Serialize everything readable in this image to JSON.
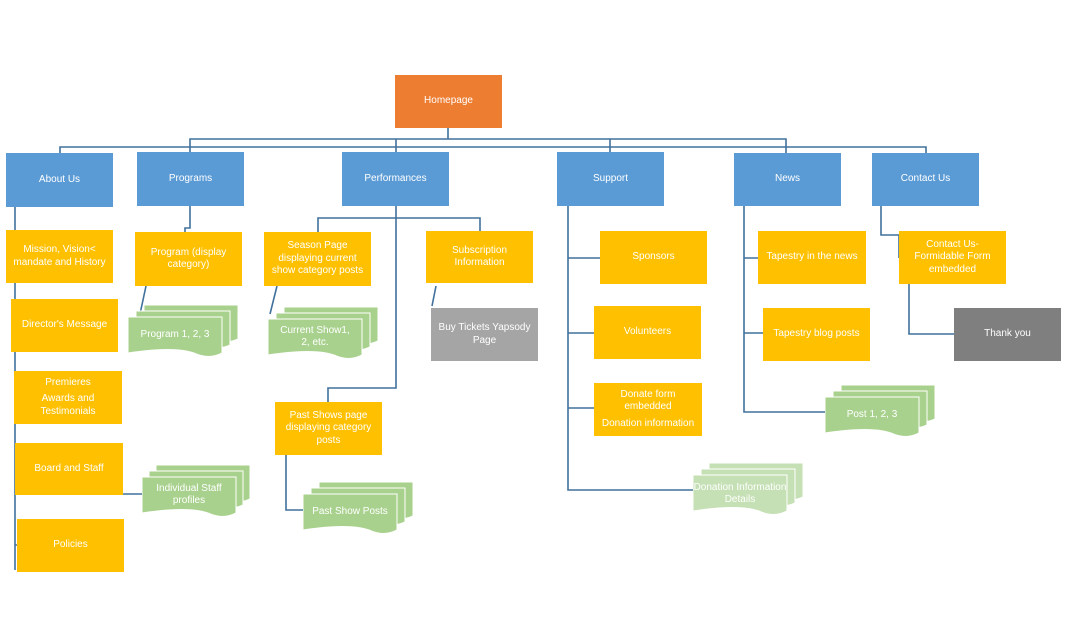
{
  "colors": {
    "homepage": "#ED7D31",
    "section": "#5B9BD5",
    "page": "#FFC000",
    "doc_green": "#A9D18E",
    "doc_light_green": "#C5E0B4",
    "external": "#A5A5A5",
    "thank_you": "#7F7F7F",
    "connector": "#41719C"
  },
  "homepage": "Homepage",
  "sections": {
    "about": "About Us",
    "programs": "Programs",
    "performances": "Performances",
    "support": "Support",
    "news": "News",
    "contact": "Contact Us"
  },
  "about": {
    "mission": "Mission, Vision< mandate and History",
    "director": "Director's Message",
    "premieres": "Premieres",
    "awards": "Awards and Testimonials",
    "board": "Board and Staff",
    "staff_profiles": "Individual  Staff profiles",
    "policies": "Policies"
  },
  "programs": {
    "category": "Program (display category)",
    "posts": "Program 1, 2, 3"
  },
  "performances": {
    "season": "Season Page displaying current show category posts",
    "current_show": "Current Show1, 2, etc.",
    "subscription": "Subscription Information",
    "buy_tickets": "Buy Tickets Yapsody Page",
    "past_shows": "Past Shows page displaying category posts",
    "past_show_posts": "Past Show Posts"
  },
  "support": {
    "sponsors": "Sponsors",
    "volunteers": "Volunteers",
    "donate_form": "Donate form embedded",
    "donation_info": "Donation information",
    "donation_details": "Donation Information Details"
  },
  "news": {
    "tapestry_news": "Tapestry in the news",
    "blog_posts": "Tapestry blog posts",
    "posts": "Post 1, 2, 3"
  },
  "contact": {
    "form": "Contact Us- Formidable Form embedded",
    "thank_you": "Thank you"
  }
}
